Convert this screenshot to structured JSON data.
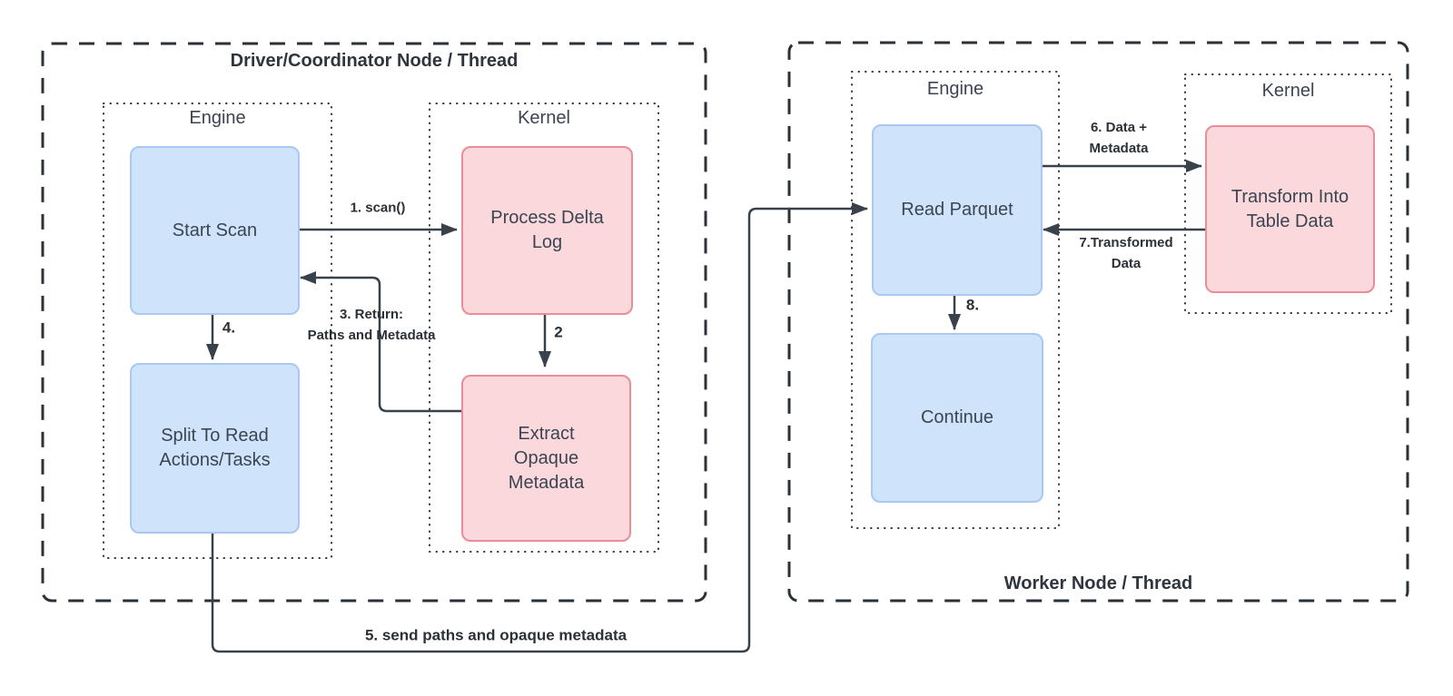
{
  "diagram": {
    "colors": {
      "engine_node_fill": "#cfe3fb",
      "engine_node_border": "#a9c8f2",
      "kernel_node_fill": "#fbd8db",
      "kernel_node_border": "#e98d96",
      "line": "#39414b",
      "outline": "#2b3137",
      "text": "#3b4552"
    },
    "driver_group": {
      "title": "Driver/Coordinator Node / Thread",
      "engine_lane": {
        "label": "Engine",
        "nodes": [
          {
            "label": "Start Scan"
          },
          {
            "label": "Split To Read\nActions/Tasks"
          }
        ]
      },
      "kernel_lane": {
        "label": "Kernel",
        "nodes": [
          {
            "label": "Process Delta\nLog"
          },
          {
            "label": "Extract\nOpaque\nMetadata"
          }
        ]
      }
    },
    "worker_group": {
      "title": "Worker Node / Thread",
      "engine_lane": {
        "label": "Engine",
        "nodes": [
          {
            "label": "Read Parquet"
          },
          {
            "label": "Continue"
          }
        ]
      },
      "kernel_lane": {
        "label": "Kernel",
        "nodes": [
          {
            "label": "Transform Into\nTable Data"
          }
        ]
      }
    },
    "edges": {
      "e1": {
        "label": "1. scan()"
      },
      "e2": {
        "label": "2"
      },
      "e3": {
        "label": "3. Return:\nPaths and Metadata"
      },
      "e4": {
        "label": "4."
      },
      "e5": {
        "label": "5. send paths and opaque metadata"
      },
      "e6": {
        "label": "6. Data +\nMetadata"
      },
      "e7": {
        "label": "7.Transformed\nData"
      },
      "e8": {
        "label": "8."
      }
    }
  }
}
